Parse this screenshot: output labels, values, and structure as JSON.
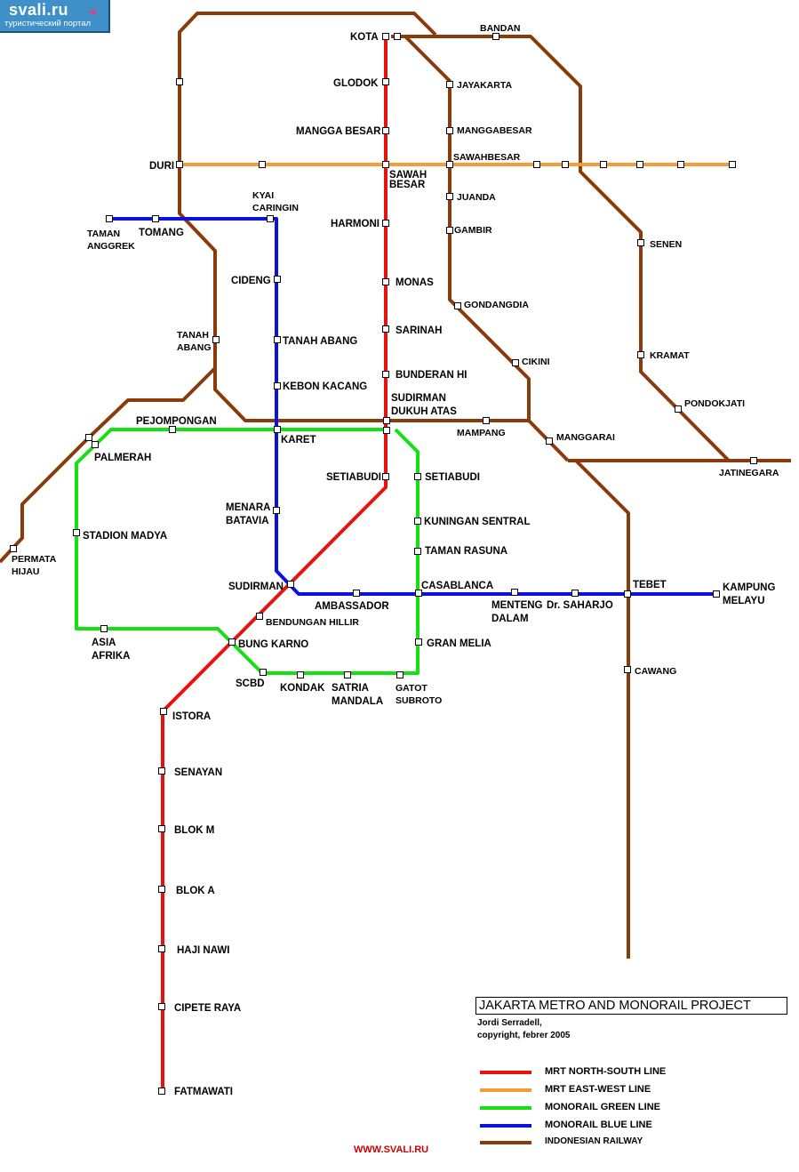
{
  "brand": {
    "name": "svali.ru",
    "tagline": "туристический портал"
  },
  "title": "JAKARTA METRO AND MONORAIL PROJECT",
  "author": "Jordi Serradell,",
  "copyright": "copyright, febrer 2005",
  "footer": "WWW.SVALI.RU",
  "lines": {
    "red": {
      "name": "MRT NORTH-SOUTH LINE",
      "color": "#e8120f"
    },
    "orange": {
      "name": "MRT EAST-WEST LINE",
      "color": "#f79b3a"
    },
    "green": {
      "name": "MONORAIL GREEN LINE",
      "color": "#16e012"
    },
    "blue": {
      "name": "MONORAIL BLUE LINE",
      "color": "#0a12e0"
    },
    "brown": {
      "name": "INDONESIAN RAILWAY",
      "color": "#8a3b0c"
    }
  },
  "stations": {
    "kota": "KOTA",
    "bandan": "BANDAN",
    "glodok": "GLODOK",
    "jayakarta": "JAYAKARTA",
    "mangga_besar": "MANGGA BESAR",
    "manggabesar": "MANGGABESAR",
    "duri": "DURI",
    "sawahbesar": "SAWAHBESAR",
    "sawah_besar_1": "SAWAH",
    "sawah_besar_2": "BESAR",
    "kyai_1": "KYAI",
    "kyai_2": "CARINGIN",
    "juanda": "JUANDA",
    "harmoni": "HARMONI",
    "gambir": "GAMBIR",
    "taman_1": "TAMAN",
    "taman_2": "ANGGREK",
    "tomang": "TOMANG",
    "senen": "SENEN",
    "cideng": "CIDENG",
    "monas": "MONAS",
    "gondangdia": "GONDANGDIA",
    "tanah_abang_rail_1": "TANAH",
    "tanah_abang_rail_2": "ABANG",
    "tanah_abang": "TANAH ABANG",
    "sarinah": "SARINAH",
    "kramat": "KRAMAT",
    "cikini": "CIKINI",
    "bunderan": "BUNDERAN HI",
    "kebon": "KEBON KACANG",
    "sudirman_da_1": "SUDIRMAN",
    "sudirman_da_2": "DUKUH ATAS",
    "pondokjati": "PONDOKJATI",
    "pejompongan": "PEJOMPONGAN",
    "mampang": "MAMPANG",
    "karet": "KARET",
    "manggarai": "MANGGARAI",
    "palmerah": "PALMERAH",
    "jatinegara": "JATINEGARA",
    "setiabudi_red": "SETIABUDI",
    "setiabudi_green": "SETIABUDI",
    "menara_1": "MENARA",
    "menara_2": "BATAVIA",
    "kuningan": "KUNINGAN SENTRAL",
    "stadion": "STADION MADYA",
    "permata_1": "PERMATA",
    "permata_2": "HIJAU",
    "taman_rasuna": "TAMAN RASUNA",
    "sudirman": "SUDIRMAN",
    "casablanca": "CASABLANCA",
    "tebet": "TEBET",
    "kampung_1": "KAMPUNG",
    "kampung_2": "MELAYU",
    "ambassador": "AMBASSADOR",
    "menteng_1": "MENTENG",
    "menteng_2": "DALAM",
    "saharjo": "Dr. SAHARJO",
    "bendungan": "BENDUNGAN HILLIR",
    "asia_1": "ASIA",
    "asia_2": "AFRIKA",
    "bung_karno": "BUNG KARNO",
    "gran_melia": "GRAN MELIA",
    "cawang": "CAWANG",
    "scbd": "SCBD",
    "kondak": "KONDAK",
    "satria_1": "SATRIA",
    "satria_2": "MANDALA",
    "gatot_1": "GATOT",
    "gatot_2": "SUBROTO",
    "istora": "ISTORA",
    "senayan": "SENAYAN",
    "blok_m": "BLOK M",
    "blok_a": "BLOK A",
    "haji_nawi": "HAJI NAWI",
    "cipete": "CIPETE RAYA",
    "fatmawati": "FATMAWATI"
  }
}
